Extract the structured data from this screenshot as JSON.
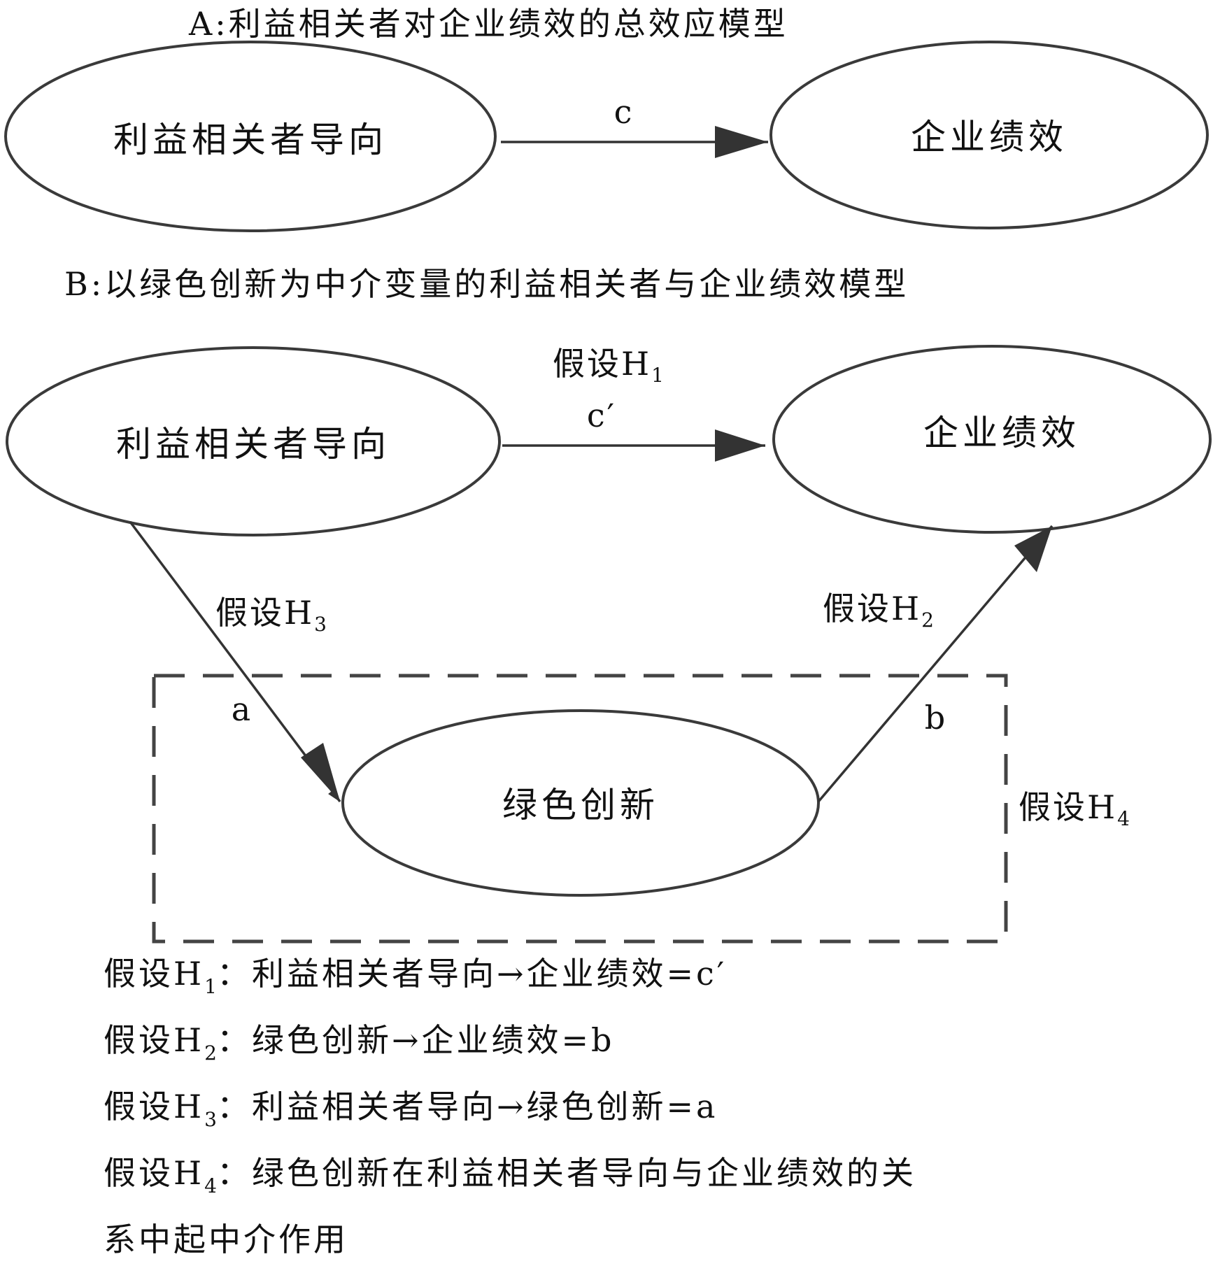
{
  "diagram": {
    "panel_a": {
      "title": "A:利益相关者对企业绩效的总效应模型",
      "source_node": "利益相关者导向",
      "target_node": "企业绩效",
      "edge_label": "c"
    },
    "panel_b": {
      "title": "B:以绿色创新为中介变量的利益相关者与企业绩效模型",
      "source_node": "利益相关者导向",
      "target_node": "企业绩效",
      "mediator_node": "绿色创新",
      "h1_prefix": "假设H",
      "h1_sub": "1",
      "h1_path": "c′",
      "h2_prefix": "假设H",
      "h2_sub": "2",
      "h2_path": "b",
      "h3_prefix": "假设H",
      "h3_sub": "3",
      "h3_path": "a",
      "h4_prefix": "假设H",
      "h4_sub": "4"
    },
    "legend": [
      {
        "prefix": "假设H",
        "sub": "1",
        "sep": "：",
        "text": "利益相关者导向→企业绩效=c′"
      },
      {
        "prefix": "假设H",
        "sub": "2",
        "sep": "：",
        "text": "绿色创新→企业绩效=b"
      },
      {
        "prefix": "假设H",
        "sub": "3",
        "sep": "：",
        "text": "利益相关者导向→绿色创新=a"
      },
      {
        "prefix": "假设H",
        "sub": "4",
        "sep": "：",
        "text": "绿色创新在利益相关者导向与企业绩效的关"
      }
    ],
    "legend_tail": "系中起中介作用"
  }
}
